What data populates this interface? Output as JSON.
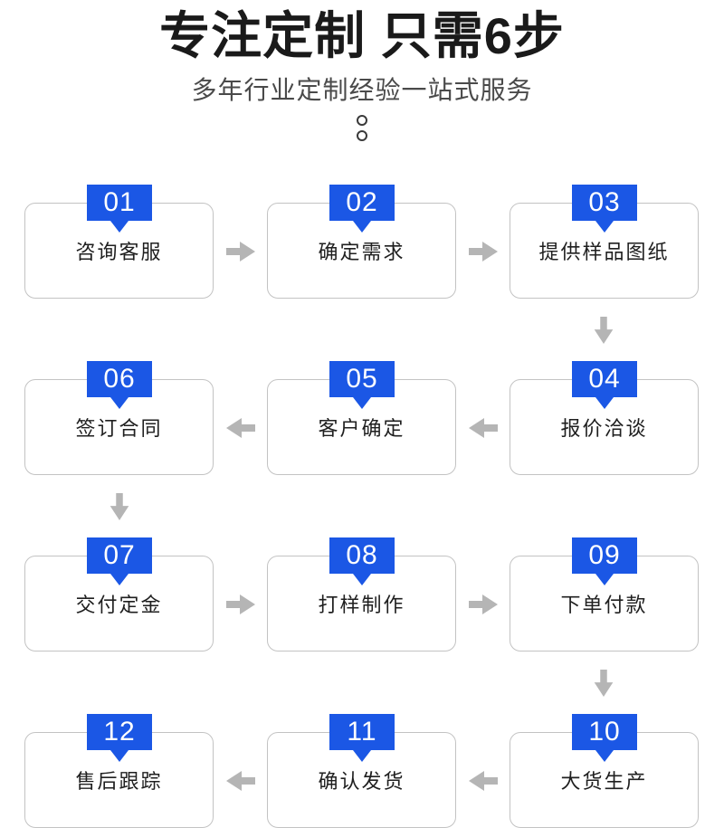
{
  "header": {
    "title": "专注定制 只需6步",
    "subtitle": "多年行业定制经验一站式服务"
  },
  "colors": {
    "badge_blue": "#1b57e5",
    "arrow_gray": "#b5b5b5",
    "card_border": "#c3c3c3",
    "title_black": "#1a1a1a",
    "subtitle_gray": "#4a4a4a"
  },
  "icons": {
    "horizontal_arrow_right": "arrow-right-icon",
    "horizontal_arrow_left": "arrow-left-icon",
    "vertical_arrow_down": "arrow-down-icon"
  },
  "steps": [
    {
      "number": "01",
      "label": "咨询客服"
    },
    {
      "number": "02",
      "label": "确定需求"
    },
    {
      "number": "03",
      "label": "提供样品图纸"
    },
    {
      "number": "04",
      "label": "报价洽谈"
    },
    {
      "number": "05",
      "label": "客户确定"
    },
    {
      "number": "06",
      "label": "签订合同"
    },
    {
      "number": "07",
      "label": "交付定金"
    },
    {
      "number": "08",
      "label": "打样制作"
    },
    {
      "number": "09",
      "label": "下单付款"
    },
    {
      "number": "10",
      "label": "大货生产"
    },
    {
      "number": "11",
      "label": "确认发货"
    },
    {
      "number": "12",
      "label": "售后跟踪"
    }
  ],
  "flow_order_note": "snake layout: row1 left-to-right (01,02,03), row2 right-to-left (04,05,06), row3 left-to-right (07,08,09), row4 right-to-left (10,11,12)"
}
